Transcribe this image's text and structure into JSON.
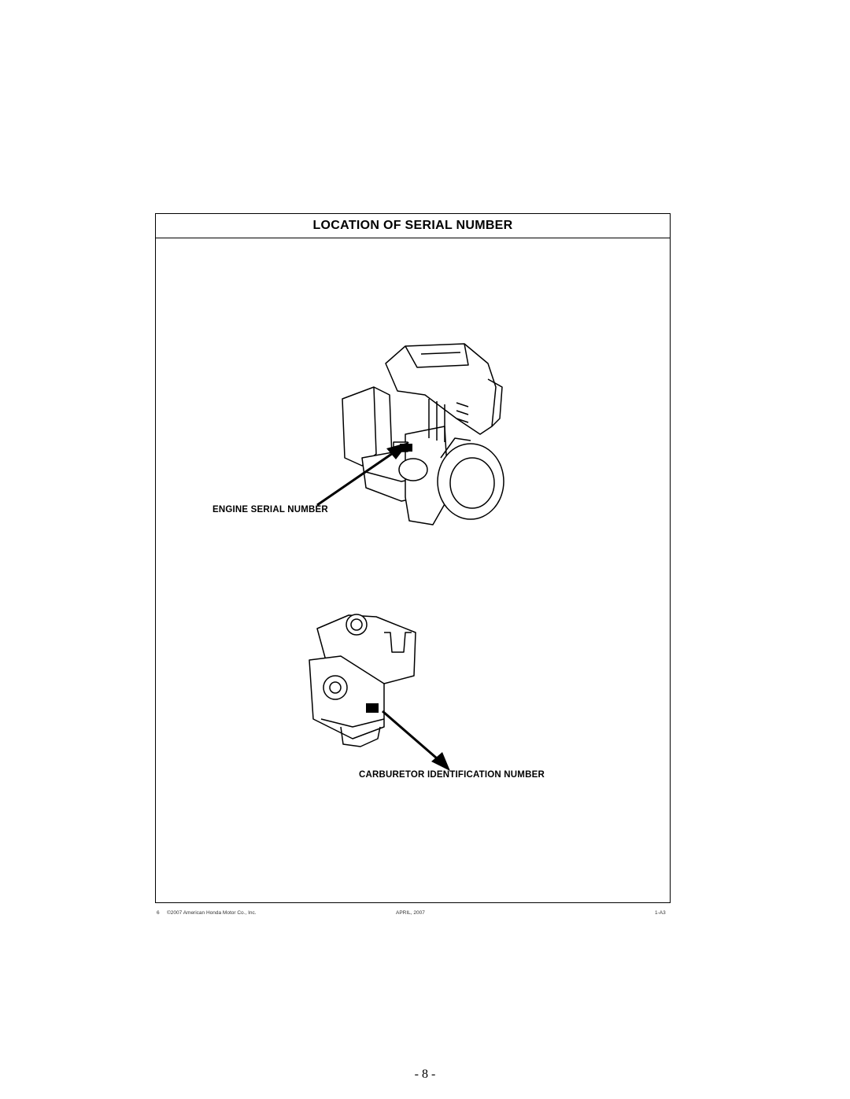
{
  "document": {
    "title": "LOCATION OF SERIAL NUMBER",
    "engine_label": "ENGINE SERIAL NUMBER",
    "carb_label": "CARBURETOR IDENTIFICATION NUMBER",
    "footer": {
      "left": "6",
      "copyright": "©2007  American Honda Motor Co., Inc.",
      "date": "APRIL, 2007",
      "code": "1-A3"
    },
    "page_number": "- 8 -"
  }
}
